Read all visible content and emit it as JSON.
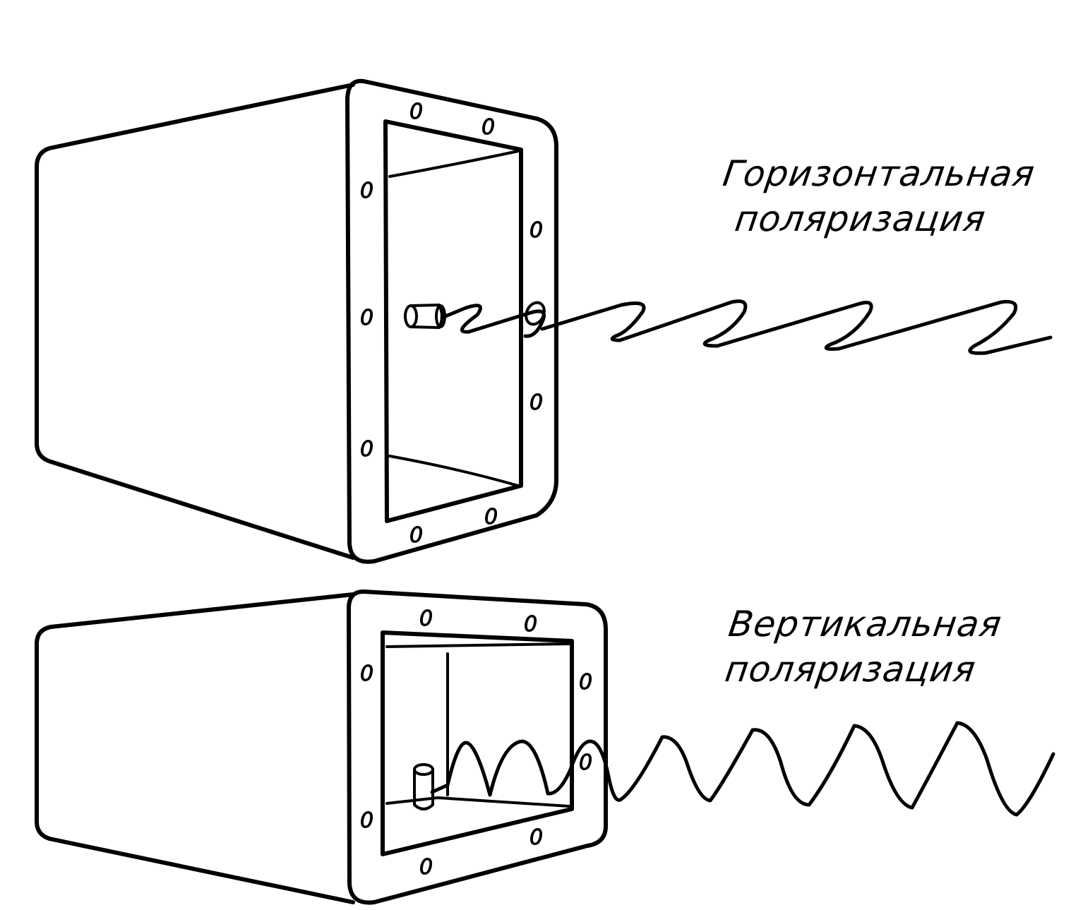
{
  "diagram": {
    "top_panel": {
      "caption_line1": "Горизонтальная",
      "caption_line2": "поляризация"
    },
    "bottom_panel": {
      "caption_line1": "Вертикальная",
      "caption_line2": "поляризация"
    },
    "bolt_hole_label": "0",
    "stroke_color": "#000000",
    "background_color": "#ffffff"
  }
}
